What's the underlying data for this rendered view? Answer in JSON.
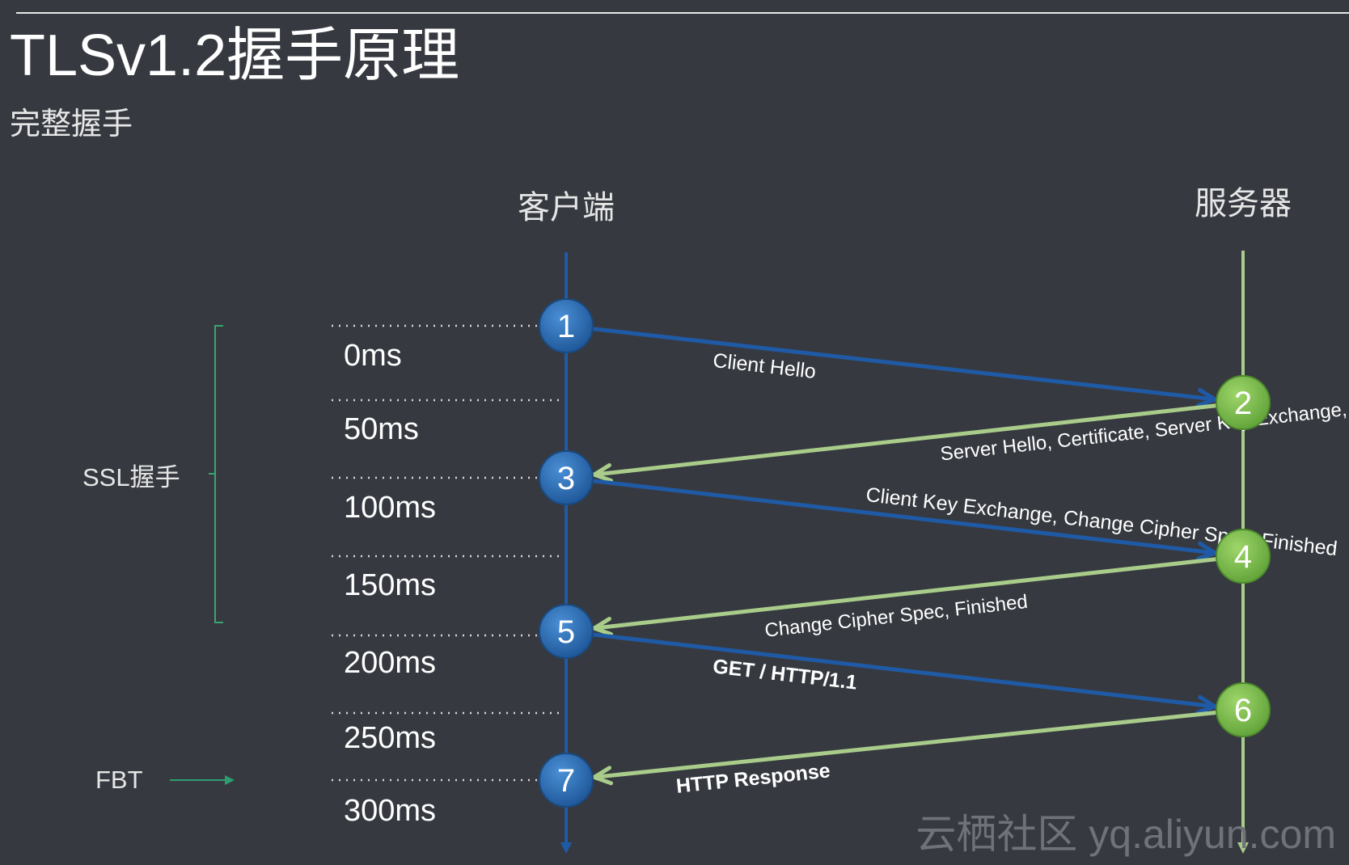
{
  "title": "TLSv1.2握手原理",
  "subtitle": "完整握手",
  "client_label": "客户端",
  "server_label": "服务器",
  "ssl_label": "SSL握手",
  "fbt_label": "FBT",
  "watermark": "云栖社区 yq.aliyun.com",
  "colors": {
    "background": "#363a40",
    "client_line": "#1f5aa6",
    "server_line": "#a9cc8a",
    "client_node": "#2b6cb3",
    "server_node": "#7cbf4a",
    "bracket": "#3aa36f",
    "fbt_arrow": "#2e9e70"
  },
  "times": [
    "0ms",
    "50ms",
    "100ms",
    "150ms",
    "200ms",
    "250ms",
    "300ms"
  ],
  "nodes": [
    {
      "num": "1",
      "side": "client"
    },
    {
      "num": "2",
      "side": "server"
    },
    {
      "num": "3",
      "side": "client"
    },
    {
      "num": "4",
      "side": "server"
    },
    {
      "num": "5",
      "side": "client"
    },
    {
      "num": "6",
      "side": "server"
    },
    {
      "num": "7",
      "side": "client"
    }
  ],
  "messages": [
    {
      "from": 1,
      "to": 2,
      "label": "Client Hello",
      "bold": false
    },
    {
      "from": 2,
      "to": 3,
      "label": "Server Hello, Certificate, Server Key Exchange, Server Hello Done",
      "bold": false
    },
    {
      "from": 3,
      "to": 4,
      "label": "Client Key Exchange, Change Cipher Spec, Finished",
      "bold": false
    },
    {
      "from": 4,
      "to": 5,
      "label": "Change Cipher Spec, Finished",
      "bold": false
    },
    {
      "from": 5,
      "to": 6,
      "label": "GET / HTTP/1.1",
      "bold": true
    },
    {
      "from": 6,
      "to": 7,
      "label": "HTTP Response",
      "bold": true
    }
  ]
}
